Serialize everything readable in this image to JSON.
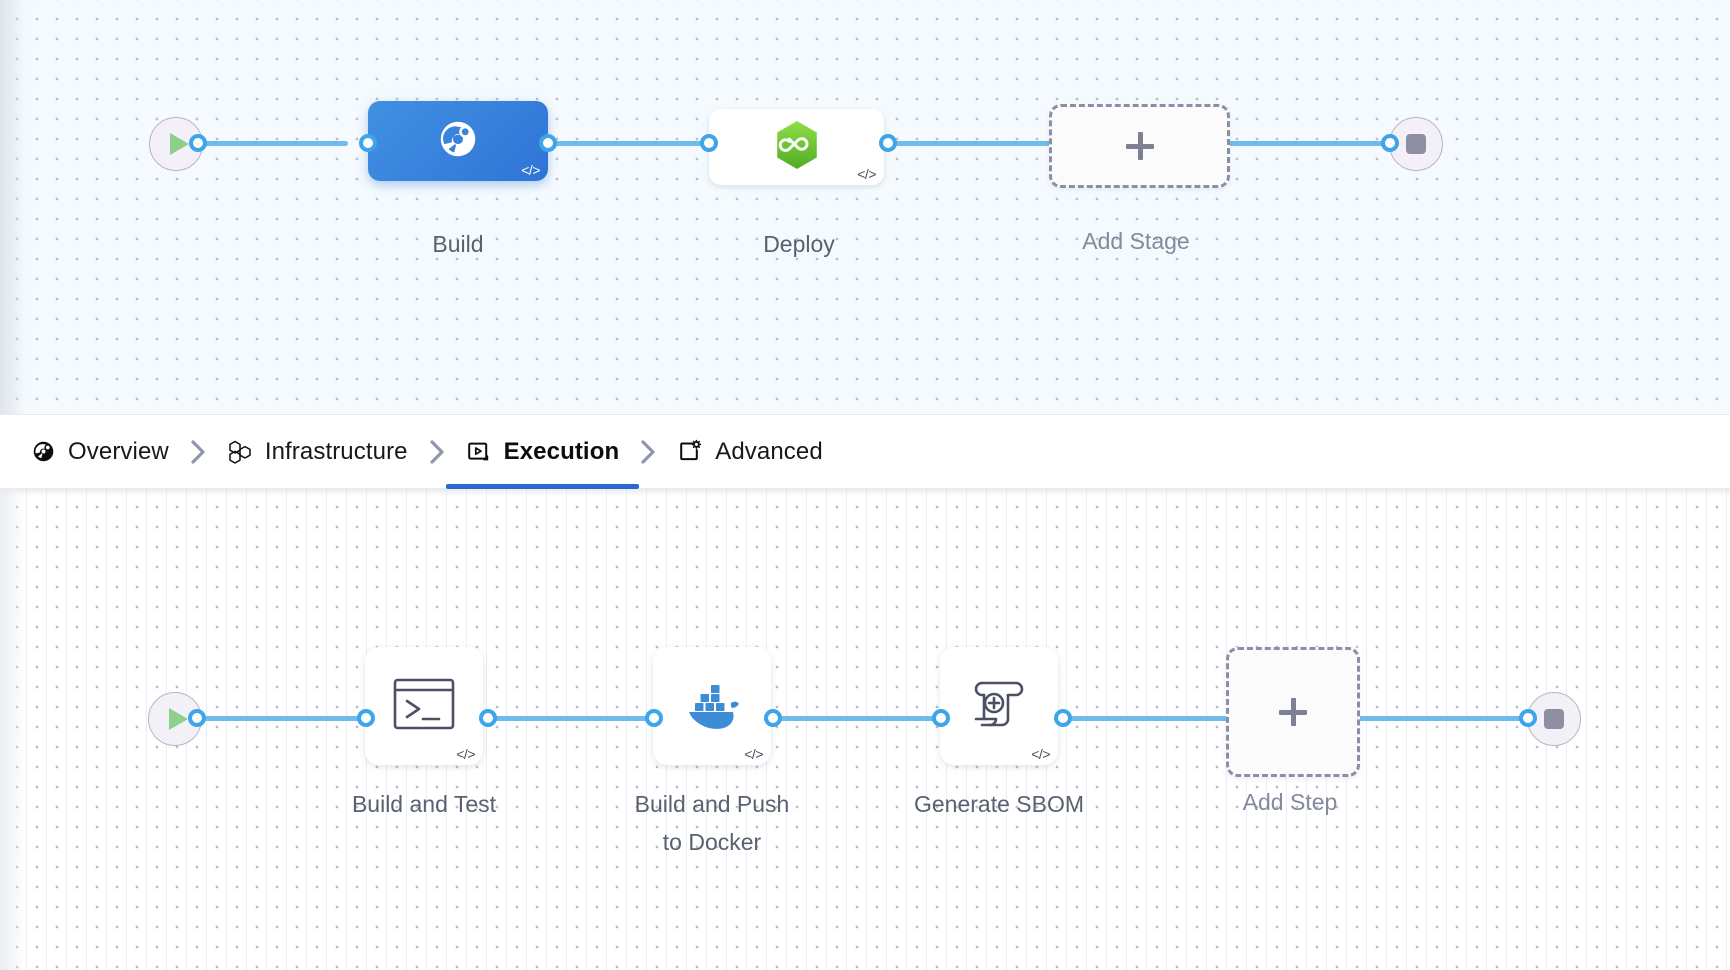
{
  "tabs": [
    {
      "label": "Overview",
      "icon": "overview-ci-icon",
      "active": false
    },
    {
      "label": "Infrastructure",
      "icon": "hexagons-icon",
      "active": false
    },
    {
      "label": "Execution",
      "icon": "play-in-box-icon",
      "active": true
    },
    {
      "label": "Advanced",
      "icon": "box-gear-icon",
      "active": false
    }
  ],
  "stage_graph": {
    "start_node": {
      "name": "pipeline-start",
      "icon": "play-icon"
    },
    "end_node": {
      "name": "pipeline-end",
      "icon": "stop-icon"
    },
    "stages": [
      {
        "label": "Build",
        "icon": "harness-ci-icon",
        "selected": true,
        "code_badge": "</>"
      },
      {
        "label": "Deploy",
        "icon": "harness-cd-icon",
        "selected": false,
        "code_badge": "</>"
      }
    ],
    "add_stage": {
      "label": "Add Stage",
      "icon": "plus-icon"
    }
  },
  "step_graph": {
    "start_node": {
      "name": "execution-start",
      "icon": "play-icon"
    },
    "end_node": {
      "name": "execution-end",
      "icon": "stop-icon"
    },
    "steps": [
      {
        "label": "Build and Test",
        "icon": "terminal-icon",
        "code_badge": "</>"
      },
      {
        "label": "Build and Push\nto Docker",
        "icon": "docker-icon",
        "code_badge": "</>"
      },
      {
        "label": "Generate SBOM",
        "icon": "sbom-scroll-icon",
        "code_badge": "</>"
      }
    ],
    "add_step": {
      "label": "Add Step",
      "icon": "plus-icon"
    }
  },
  "colors": {
    "accent_blue": "#2b67d1",
    "link_blue": "#6fbcec",
    "port_blue": "#3ea5e8",
    "selected_stage_blue": "#3a83de",
    "deploy_green": "#6fc23a",
    "docker_blue": "#3c8dd6",
    "start_green": "#8ed08b",
    "stop_gray": "#8e8fa3",
    "label_gray": "#5b6071",
    "canvas_top_bg": "#f4fafd",
    "canvas_bottom_bg": "#ffffff"
  }
}
